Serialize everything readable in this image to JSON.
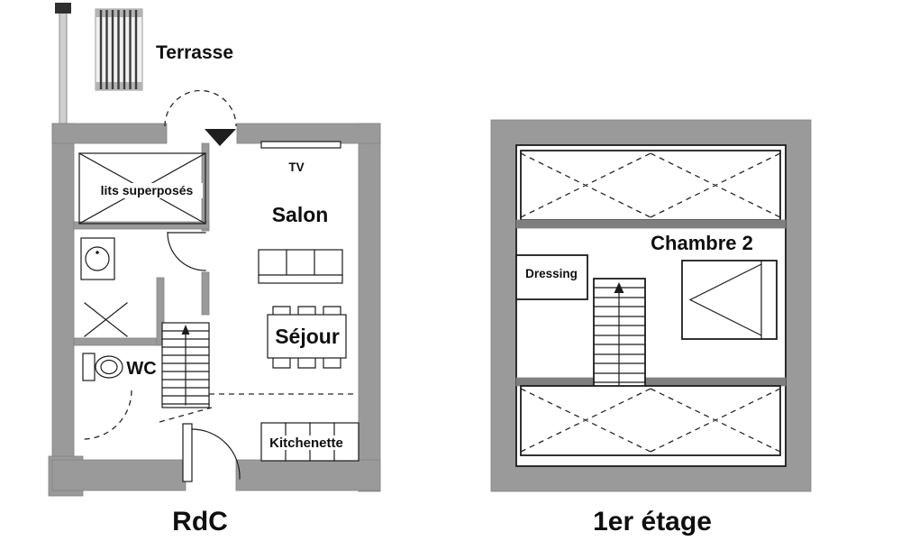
{
  "colors": {
    "wall": "#9a9a9a",
    "wall_dark": "#7e7e7e",
    "line": "#1c1c1c",
    "background": "#ffffff"
  },
  "floors": {
    "ground": {
      "title": "RdC",
      "labels": {
        "terrasse": "Terrasse",
        "lits_superposes": "lits superposés",
        "tv": "TV",
        "salon": "Salon",
        "sejour": "Séjour",
        "wc": "WC",
        "kitchenette": "Kitchenette"
      }
    },
    "first": {
      "title": "1er étage",
      "labels": {
        "chambre2": "Chambre 2",
        "dressing": "Dressing"
      }
    }
  },
  "icons": {
    "terrasse_decking": "striped-slat-panel",
    "pole": "thin-post-with-dark-cap",
    "sink": "circle-in-rect",
    "shower": "x-cross",
    "toilet": "tank-and-oval-bowl",
    "stairs": "treaded-flight-with-up-arrow",
    "sofa": "three-seat-top-view",
    "dining_table": "rect-table-with-six-chairs",
    "kitchen_counter": "divided-counter",
    "closet": "rect-with-dashed-cross",
    "bed": "rect-with-pillow-triangle",
    "door_swing": "quarter-arc"
  }
}
